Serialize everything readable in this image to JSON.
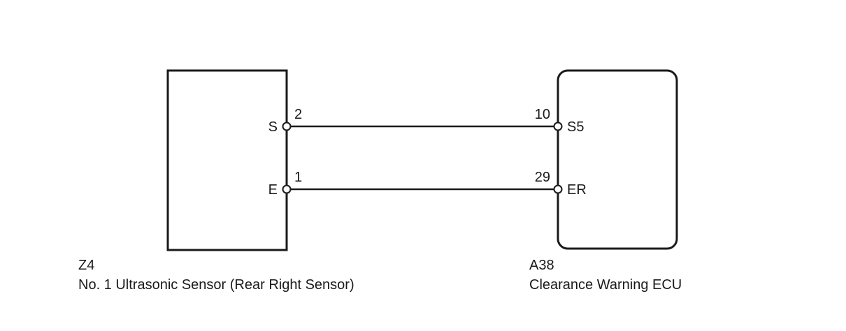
{
  "left_component": {
    "code": "Z4",
    "name": "No. 1 Ultrasonic Sensor (Rear Right Sensor)",
    "terminals": [
      {
        "label": "S",
        "pin": "2"
      },
      {
        "label": "E",
        "pin": "1"
      }
    ]
  },
  "right_component": {
    "code": "A38",
    "name": "Clearance Warning ECU",
    "terminals": [
      {
        "label": "S5",
        "pin": "10"
      },
      {
        "label": "ER",
        "pin": "29"
      }
    ]
  },
  "colors": {
    "line": "#1a1a1a",
    "background": "#ffffff"
  }
}
